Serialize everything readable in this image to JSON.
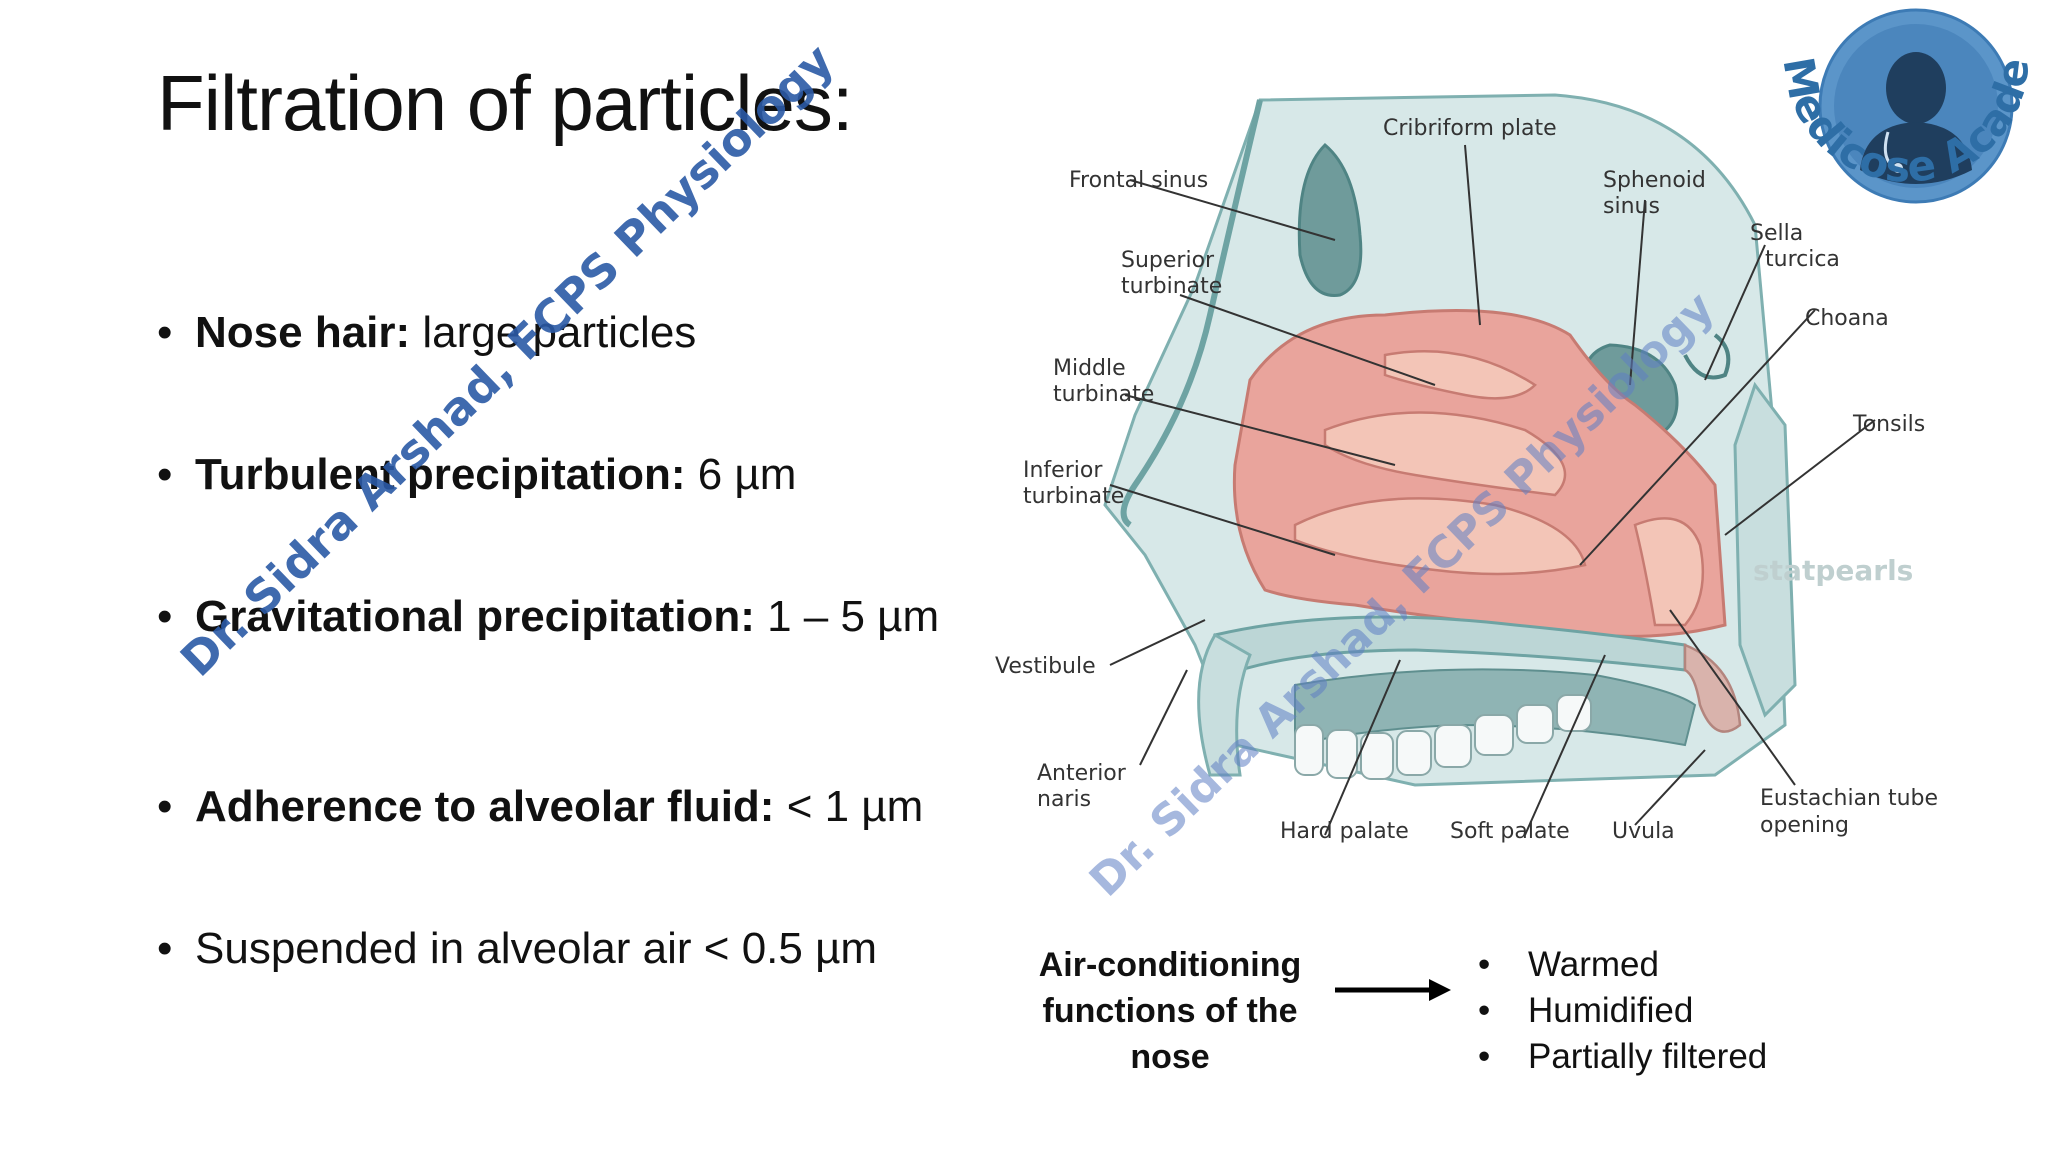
{
  "slide": {
    "title": "Filtration of particles:",
    "bullets": [
      {
        "bold": "Nose hair:",
        "rest": " large particles"
      },
      {
        "bold": "Turbulent precipitation:",
        "rest": " 6 µm"
      },
      {
        "bold": "Gravitational precipitation:",
        "rest": " 1 – 5 µm"
      },
      {
        "bold": "Adherence to alveolar fluid:",
        "rest": " < 1 µm"
      },
      {
        "bold": "",
        "rest": "Suspended in alveolar air < 0.5 µm"
      }
    ]
  },
  "diagram": {
    "labels": {
      "cribriform_plate": "Cribriform plate",
      "frontal_sinus": "Frontal sinus",
      "sphenoid_sinus_1": "Sphenoid",
      "sphenoid_sinus_2": "sinus",
      "sella_turcica_1": "Sella",
      "sella_turcica_2": "turcica",
      "superior_turbinate_1": "Superior",
      "superior_turbinate_2": "turbinate",
      "choana": "Choana",
      "middle_turbinate_1": "Middle",
      "middle_turbinate_2": "turbinate",
      "tonsils": "Tonsils",
      "inferior_turbinate_1": "Inferior",
      "inferior_turbinate_2": "turbinate",
      "statpearls": "statpearls",
      "vestibule": "Vestibule",
      "anterior_naris_1": "Anterior",
      "anterior_naris_2": "naris",
      "hard_palate": "Hard palate",
      "soft_palate": "Soft palate",
      "uvula": "Uvula",
      "eustachian_1": "Eustachian tube",
      "eustachian_2": "opening"
    }
  },
  "watermark": {
    "author": "Dr. Sidra Arshad, FCPS Physiology",
    "author2": "Dr. Sidra Arshad, FCPS Physiology"
  },
  "badge": {
    "name": "Medicose Academics"
  },
  "air_conditioning": {
    "label_line1": "Air-conditioning",
    "label_line2": "functions of the",
    "label_line3": "nose",
    "items": [
      "Warmed",
      "Humidified",
      "Partially filtered"
    ]
  },
  "colors": {
    "bone": "#cfe3e3",
    "bone_dark": "#7fb0b0",
    "mucosa": "#e9a49c",
    "mucosa_light": "#f3c5b7",
    "watermark": "#2b5aa6",
    "badge_blue": "#5b95c9"
  }
}
